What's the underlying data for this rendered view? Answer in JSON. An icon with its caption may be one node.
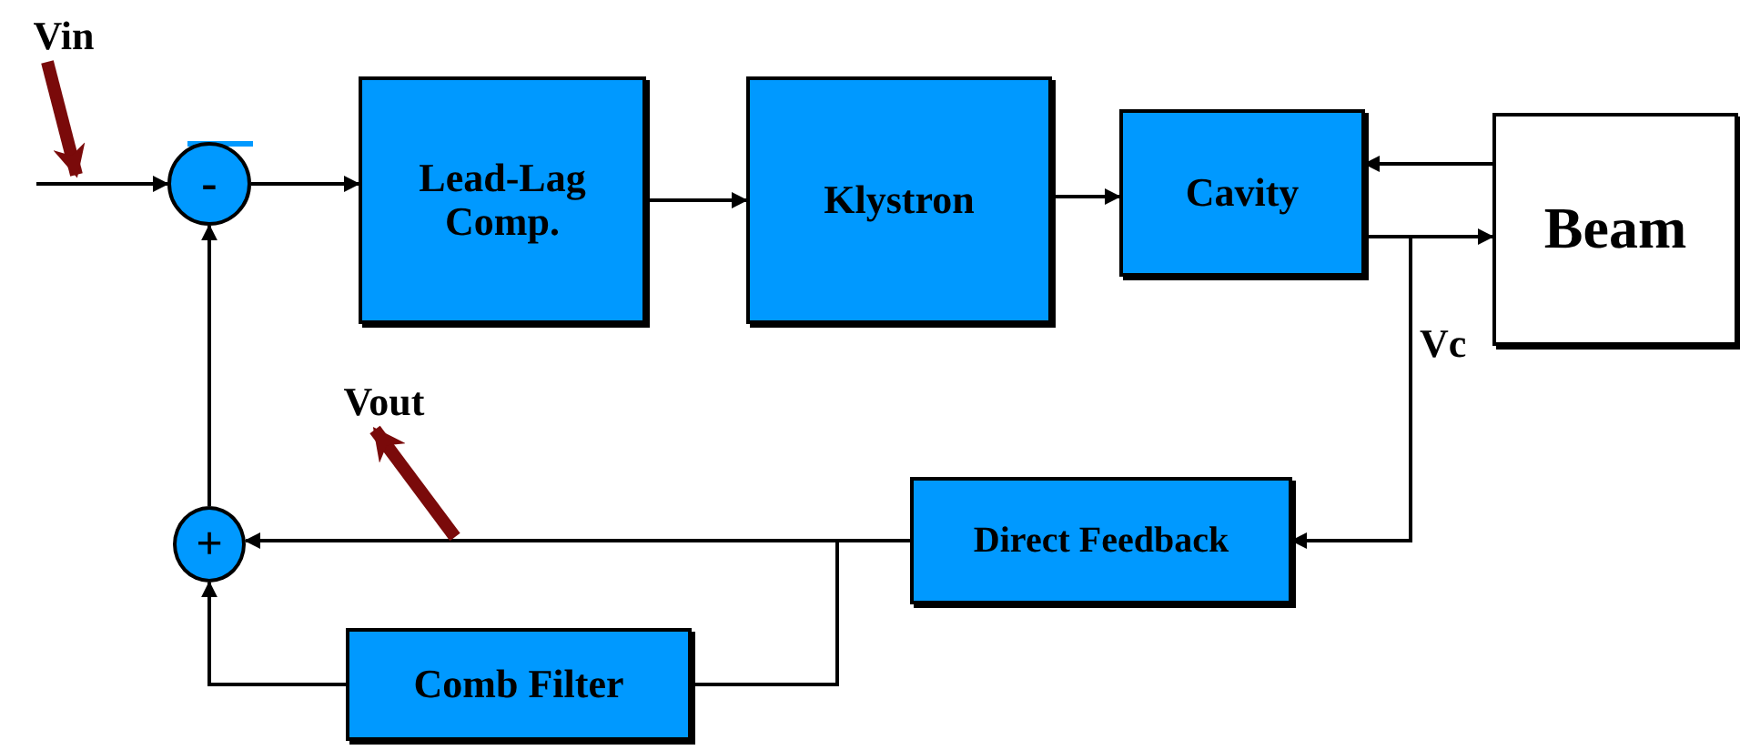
{
  "diagram": {
    "nodes": [
      {
        "text": [
          "Vin"
        ]
      },
      {
        "text": [
          "-"
        ]
      },
      {
        "text": [
          "Lead-Lag Comp."
        ]
      },
      {
        "text": [
          "Klystron"
        ]
      },
      {
        "text": [
          "Cavity"
        ]
      },
      {
        "text": [
          "Beam"
        ]
      },
      {
        "text": [
          "Vout"
        ]
      },
      {
        "text": [
          "+"
        ]
      },
      {
        "text": [
          "Direct Feedback"
        ]
      },
      {
        "text": [
          "Comb Filter"
        ]
      }
    ],
    "edges": [
      {
        "from": null,
        "to": 1,
        "arrow": "to"
      },
      {
        "from": 1,
        "to": 2,
        "arrow": "to"
      },
      {
        "from": 2,
        "to": 3,
        "arrow": "to"
      },
      {
        "from": 3,
        "to": 4,
        "arrow": "to"
      },
      {
        "from": 5,
        "to": 4,
        "arrow": "to"
      },
      {
        "from": 4,
        "to": 8,
        "arrow": "to"
      },
      {
        "from": 4,
        "to": 5,
        "arrow": "to"
      },
      {
        "from": 8,
        "to": 7,
        "arrow": "to"
      },
      {
        "from": 8,
        "to": 9,
        "arrow": "none"
      },
      {
        "from": 9,
        "to": 7,
        "arrow": "to"
      },
      {
        "from": 7,
        "to": 1,
        "arrow": "to"
      },
      {
        "from": 0,
        "to": null,
        "arrow": "to",
        "style": "thick",
        "color": "#7a0a0a"
      },
      {
        "from": null,
        "to": 6,
        "arrow": "to",
        "style": "thick",
        "color": "#7a0a0a"
      }
    ],
    "labels": [
      "Vc"
    ]
  }
}
